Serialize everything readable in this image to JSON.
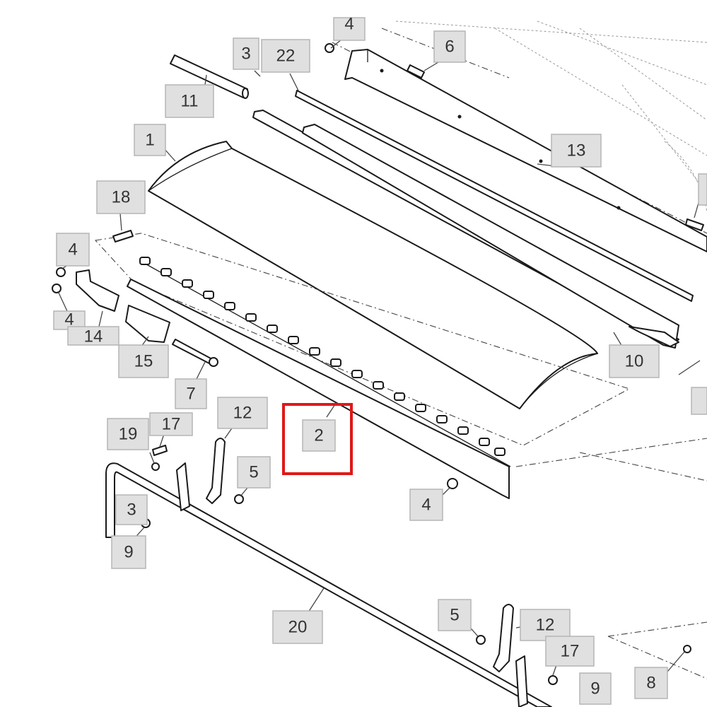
{
  "highlight_color": "#e01818",
  "callouts": [
    {
      "id": "c4_top",
      "text": "4"
    },
    {
      "id": "c3_top",
      "text": "3"
    },
    {
      "id": "c22",
      "text": "22"
    },
    {
      "id": "c6",
      "text": "6"
    },
    {
      "id": "c11",
      "text": "11"
    },
    {
      "id": "c1",
      "text": "1"
    },
    {
      "id": "c13",
      "text": "13"
    },
    {
      "id": "c18",
      "text": "18"
    },
    {
      "id": "c4_a",
      "text": "4"
    },
    {
      "id": "c4_b",
      "text": "4"
    },
    {
      "id": "c14",
      "text": "14"
    },
    {
      "id": "c15",
      "text": "15"
    },
    {
      "id": "c10",
      "text": "10"
    },
    {
      "id": "c7",
      "text": "7"
    },
    {
      "id": "c12_a",
      "text": "12"
    },
    {
      "id": "c2",
      "text": "2"
    },
    {
      "id": "c19",
      "text": "19"
    },
    {
      "id": "c17_a",
      "text": "17"
    },
    {
      "id": "c5_a",
      "text": "5"
    },
    {
      "id": "c4_c",
      "text": "4"
    },
    {
      "id": "c3_b",
      "text": "3"
    },
    {
      "id": "c9_a",
      "text": "9"
    },
    {
      "id": "c20",
      "text": "20"
    },
    {
      "id": "c5_b",
      "text": "5"
    },
    {
      "id": "c12_b",
      "text": "12"
    },
    {
      "id": "c17_b",
      "text": "17"
    },
    {
      "id": "c9_b",
      "text": "9"
    },
    {
      "id": "c8",
      "text": "8"
    }
  ]
}
